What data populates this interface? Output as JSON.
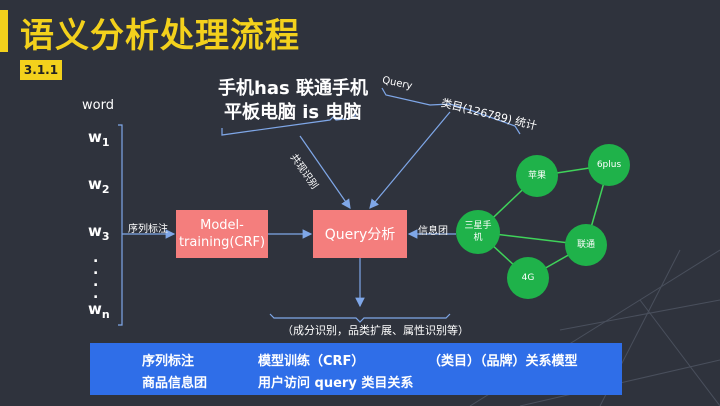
{
  "title": "语义分析处理流程",
  "section": "3.1.1",
  "word_label": "word",
  "words": [
    {
      "w": "w",
      "sub": "1"
    },
    {
      "w": "w",
      "sub": "2"
    },
    {
      "w": "w",
      "sub": "3"
    },
    {
      "w": "w",
      "sub": "n"
    }
  ],
  "dots": ". . . .",
  "seq_label": "序列标注",
  "model_box": "Model-training(CRF)",
  "query_box": "Query分析",
  "example_line1": "手机has 联通手机",
  "example_line2": "平板电脑 is 电脑",
  "slash_label": "共现识别",
  "query_label": "Query",
  "category_stat": "类目(126789) 统计",
  "info_group_label": "信息团",
  "output_label": "（成分识别，品类扩展、属性识别等）",
  "graph_nodes": [
    "苹果",
    "6plus",
    "三星手机",
    "联通",
    "4G"
  ],
  "banner": {
    "row1": [
      "序列标注",
      "模型训练（CRF）",
      "（类目）（品牌）关系模型"
    ],
    "row2": [
      "商品信息团",
      "用户访问 query 类目关系"
    ]
  },
  "colors": {
    "accent": "#f3d11c",
    "box": "#f47e7d",
    "node": "#1fb24a",
    "banner": "#2f6ee8",
    "bg": "#2f333d"
  }
}
